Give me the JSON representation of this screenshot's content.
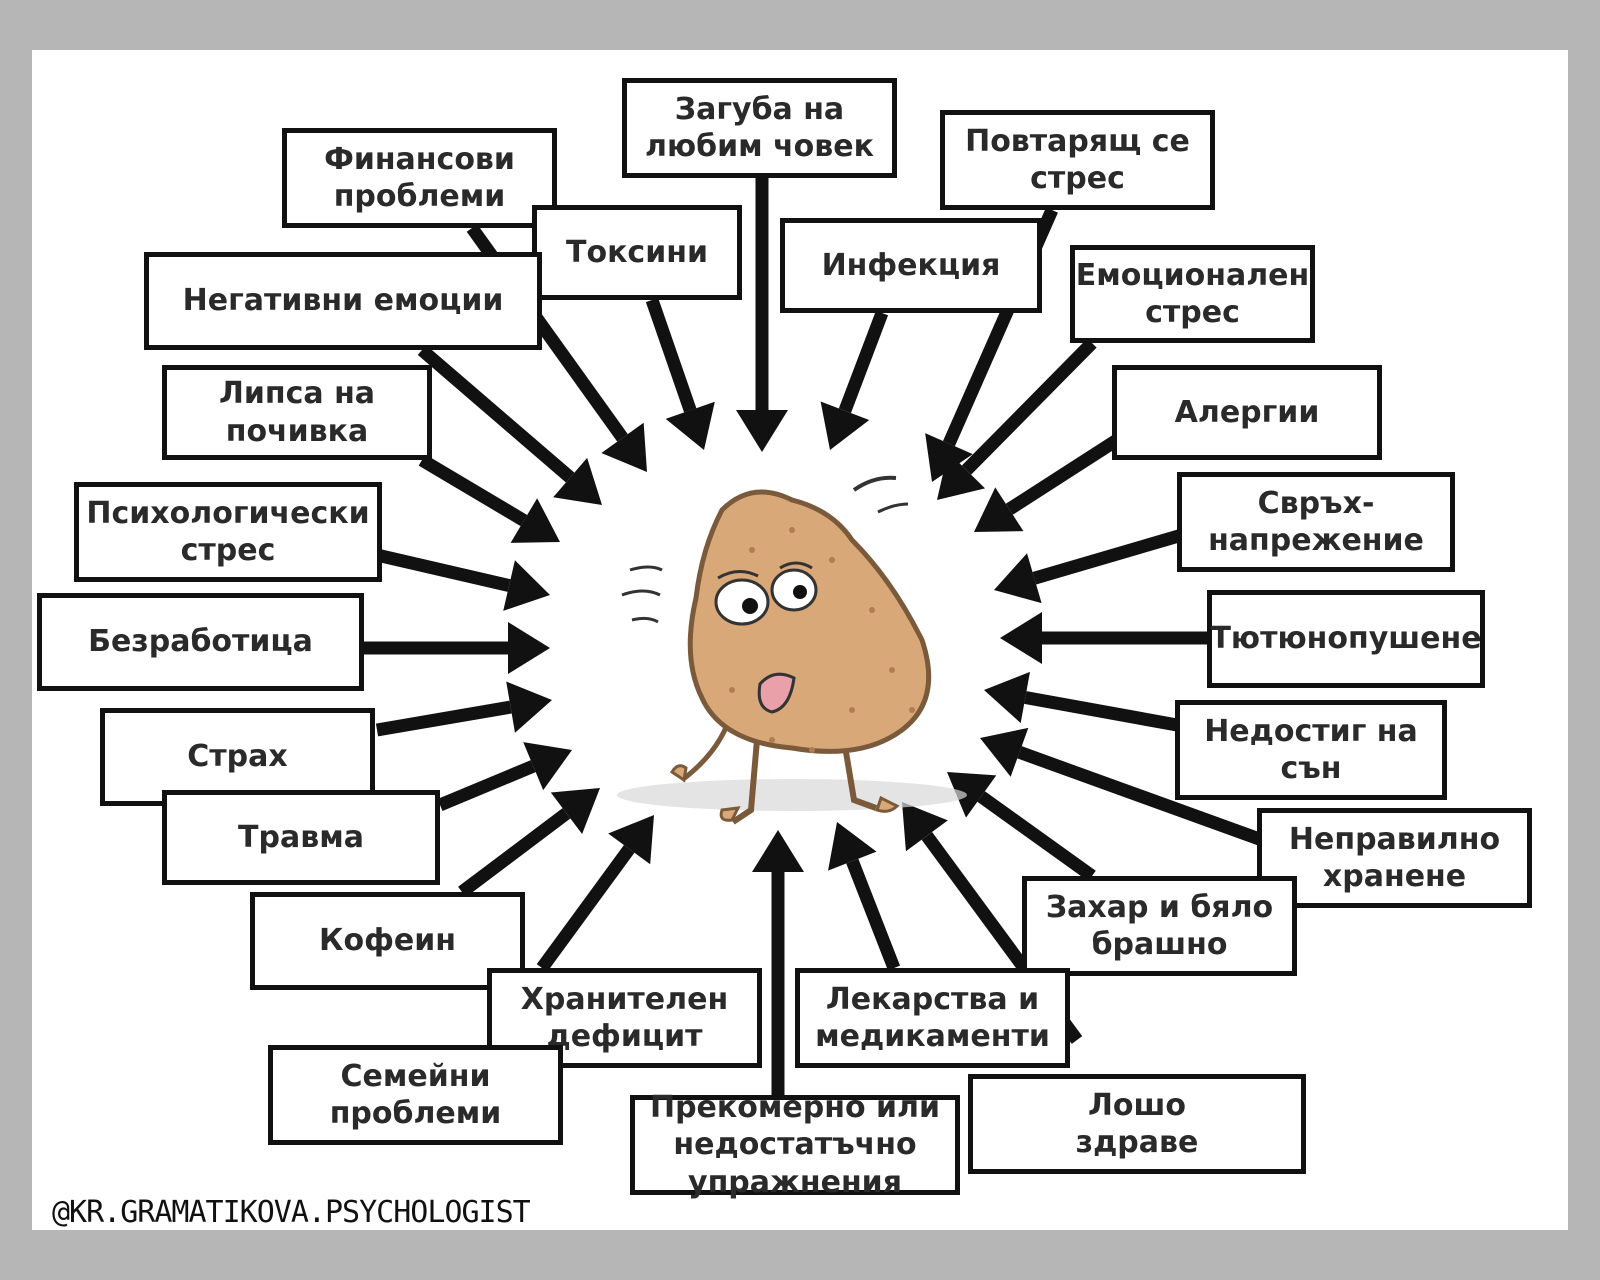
{
  "diagram": {
    "watermark": "@KR.GRAMATIKOVA.PSYCHOLOGIST",
    "center_image": "sad-adrenal-gland-cartoon",
    "colors": {
      "background": "#b6b6b6",
      "card": "#ffffff",
      "border": "#111111",
      "text": "#2a2a2a",
      "gland": "#d9a878"
    },
    "causes": [
      {
        "id": "financial",
        "label": "Финансови\nпроблеми"
      },
      {
        "id": "loss",
        "label": "Загуба на\nлюбим човек"
      },
      {
        "id": "repeated-stress",
        "label": "Повтарящ се\nстрес"
      },
      {
        "id": "toxins",
        "label": "Токсини"
      },
      {
        "id": "infection",
        "label": "Инфекция"
      },
      {
        "id": "emotional-stress",
        "label": "Емоционален\nстрес"
      },
      {
        "id": "negative-emotions",
        "label": "Негативни емоции"
      },
      {
        "id": "allergies",
        "label": "Алергии"
      },
      {
        "id": "lack-of-rest",
        "label": "Липса на\nпочивка"
      },
      {
        "id": "overstrain",
        "label": "Свръх-\nнапрежение"
      },
      {
        "id": "psych-stress",
        "label": "Психологически\nстрес"
      },
      {
        "id": "smoking",
        "label": "Тютюнопушене"
      },
      {
        "id": "unemployment",
        "label": "Безработица"
      },
      {
        "id": "sleep",
        "label": "Недостиг на\nсън"
      },
      {
        "id": "fear",
        "label": "Страх"
      },
      {
        "id": "diet",
        "label": "Неправилно\nхранене"
      },
      {
        "id": "trauma",
        "label": "Травма"
      },
      {
        "id": "sugar",
        "label": "Захар и бяло\nбрашно"
      },
      {
        "id": "caffeine",
        "label": "Кофеин"
      },
      {
        "id": "nutrient",
        "label": "Хранителен\nдефицит"
      },
      {
        "id": "medication",
        "label": "Лекарства и\nмедикаменти"
      },
      {
        "id": "family",
        "label": "Семейни\nпроблеми"
      },
      {
        "id": "exercise",
        "label": "Прекомерно или\nнедостатъчно\nупражнения"
      },
      {
        "id": "poor-health",
        "label": "Лошо\nздраве"
      }
    ]
  }
}
